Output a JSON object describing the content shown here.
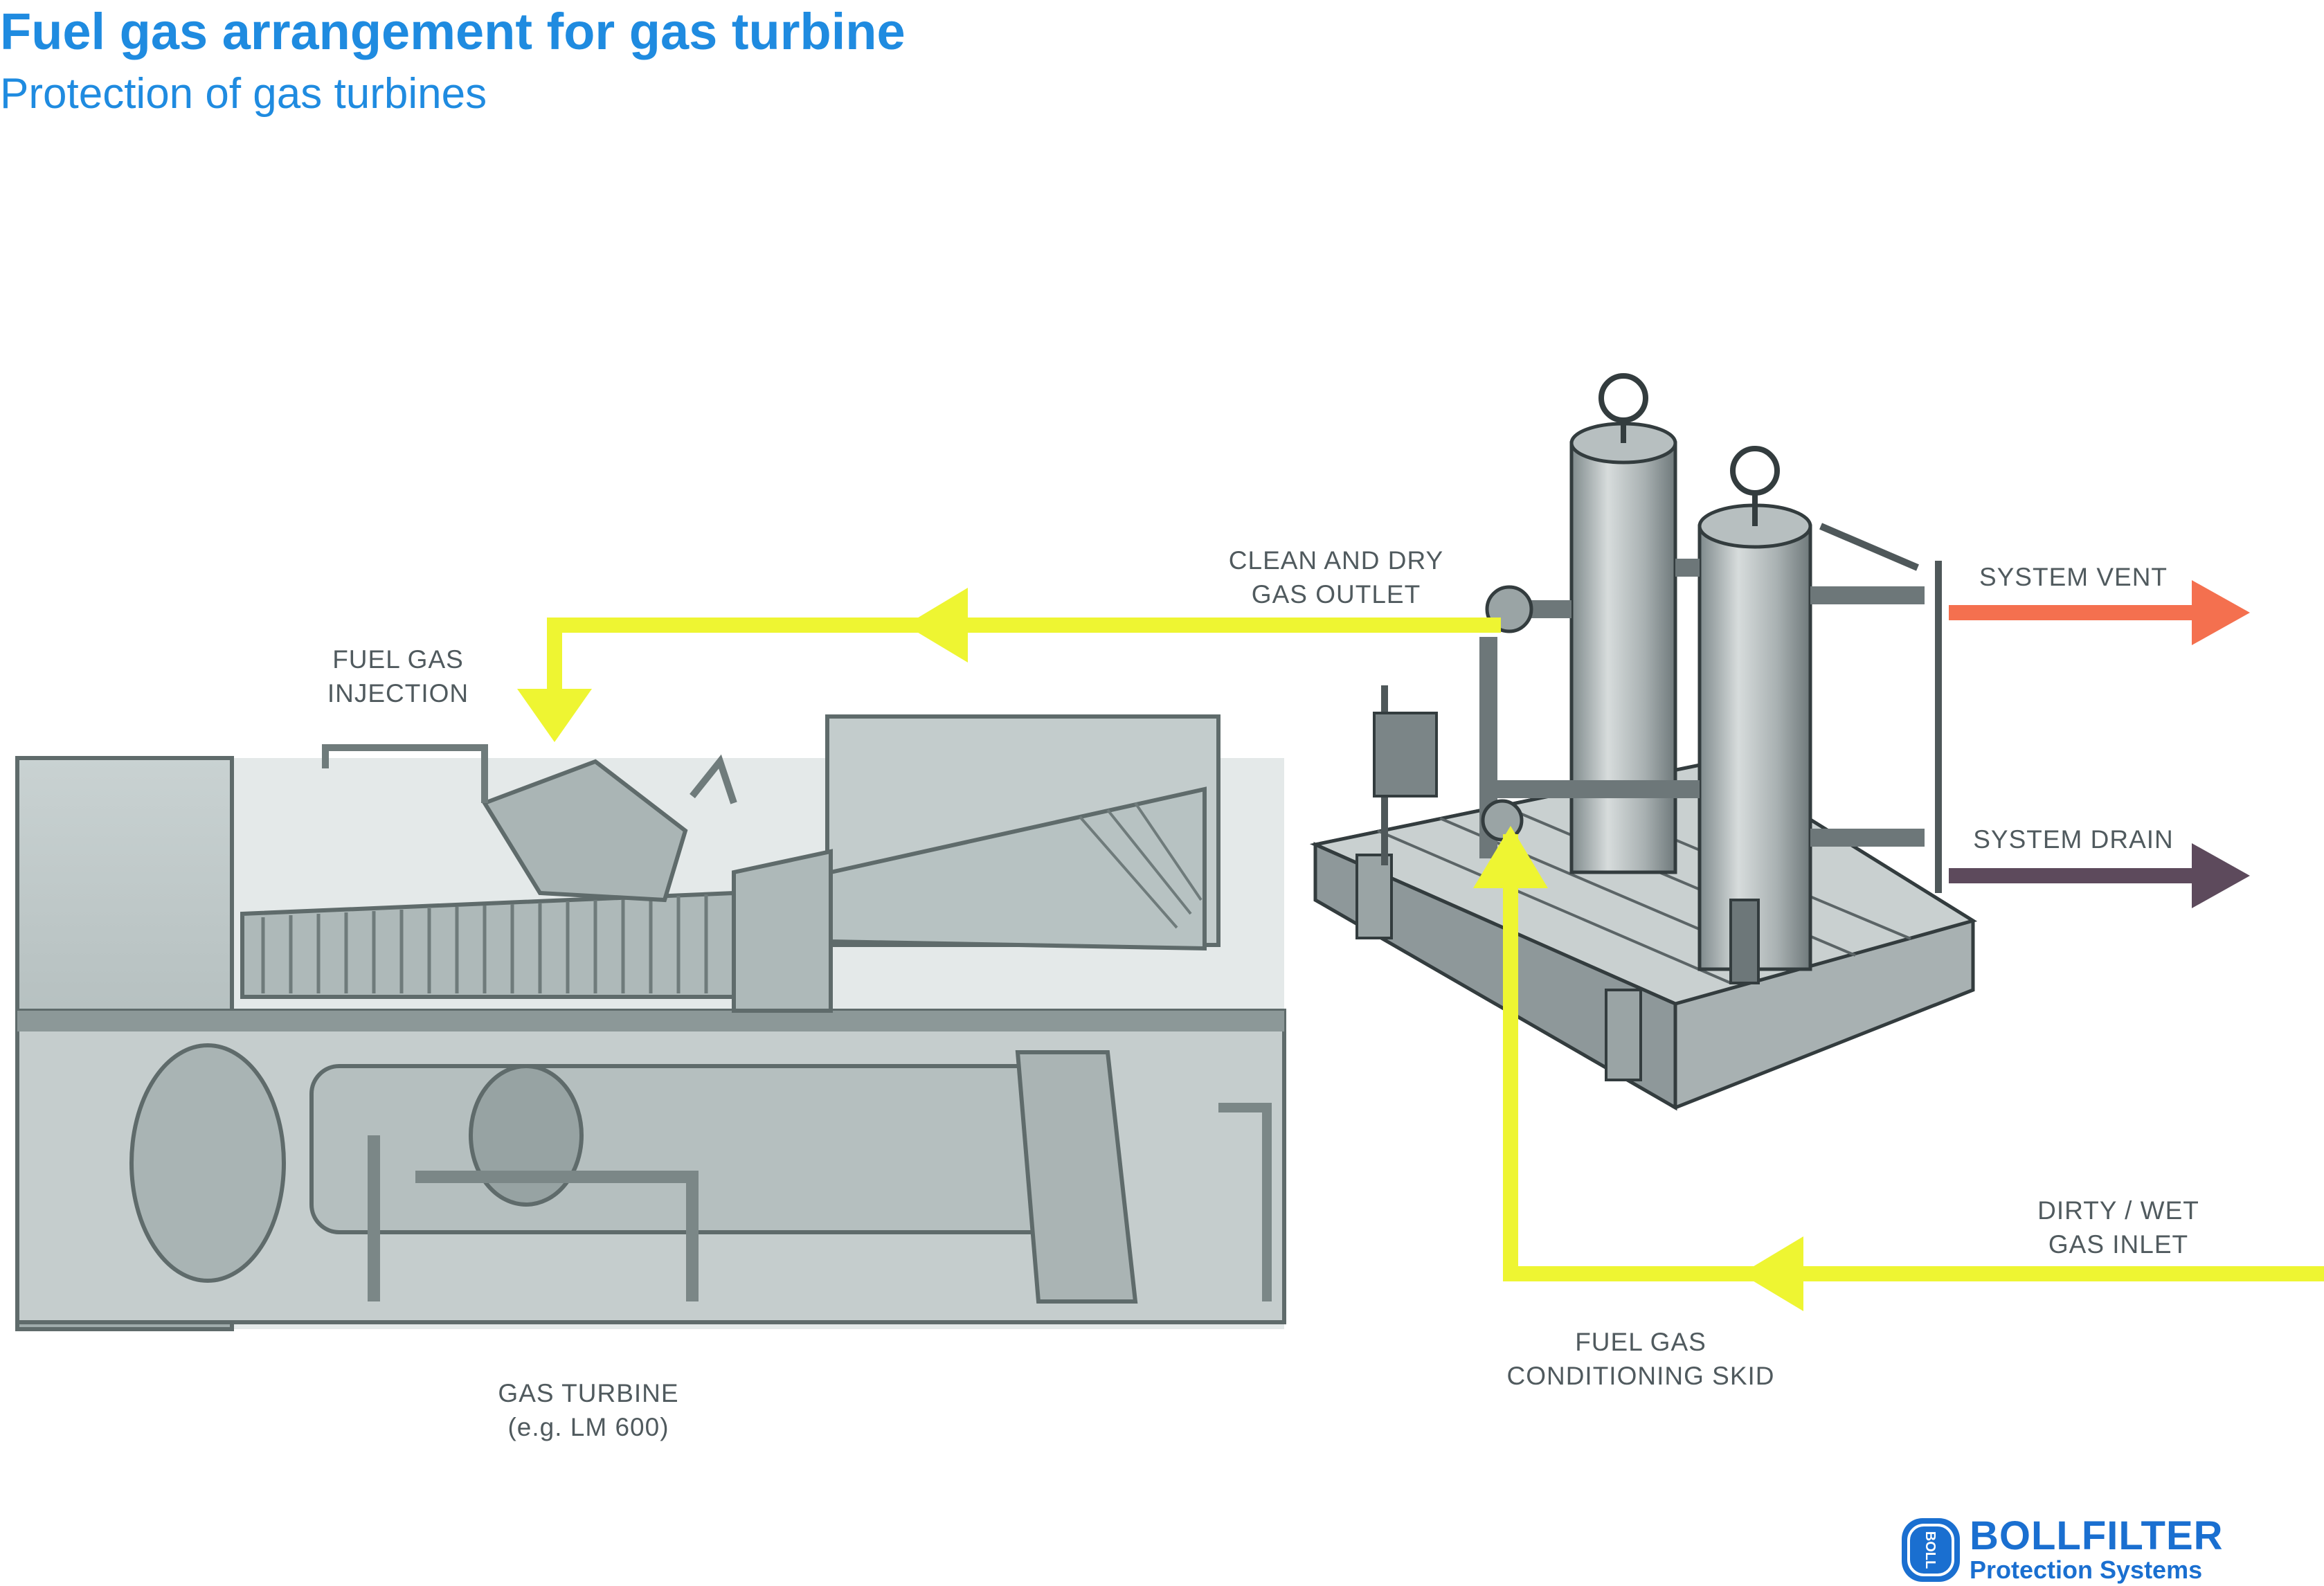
{
  "header": {
    "title": "Fuel gas arrangement for gas turbine",
    "subtitle": "Protection of gas turbines"
  },
  "labels": {
    "clean_outlet": [
      "CLEAN AND DRY",
      "GAS OUTLET"
    ],
    "fuel_injection": [
      "FUEL GAS",
      "INJECTION"
    ],
    "system_vent": "SYSTEM VENT",
    "system_drain": "SYSTEM DRAIN",
    "dirty_inlet": [
      "DIRTY / WET",
      "GAS INLET"
    ],
    "conditioning_skid": [
      "FUEL GAS",
      "CONDITIONING SKID"
    ],
    "gas_turbine": [
      "GAS TURBINE",
      "(e.g. LM 600)"
    ]
  },
  "logo": {
    "name": "BOLLFILTER",
    "tagline": "Protection Systems",
    "emblem_text": "BOLL"
  },
  "colors": {
    "title_blue": "#1f8be0",
    "flow_yellow": "#eef532",
    "vent_orange": "#f4704f",
    "drain_purple": "#5d4a5c",
    "label_grey": "#505a5e",
    "logo_blue": "#1a6fd0",
    "machine_grey": "#b7c2c2"
  }
}
